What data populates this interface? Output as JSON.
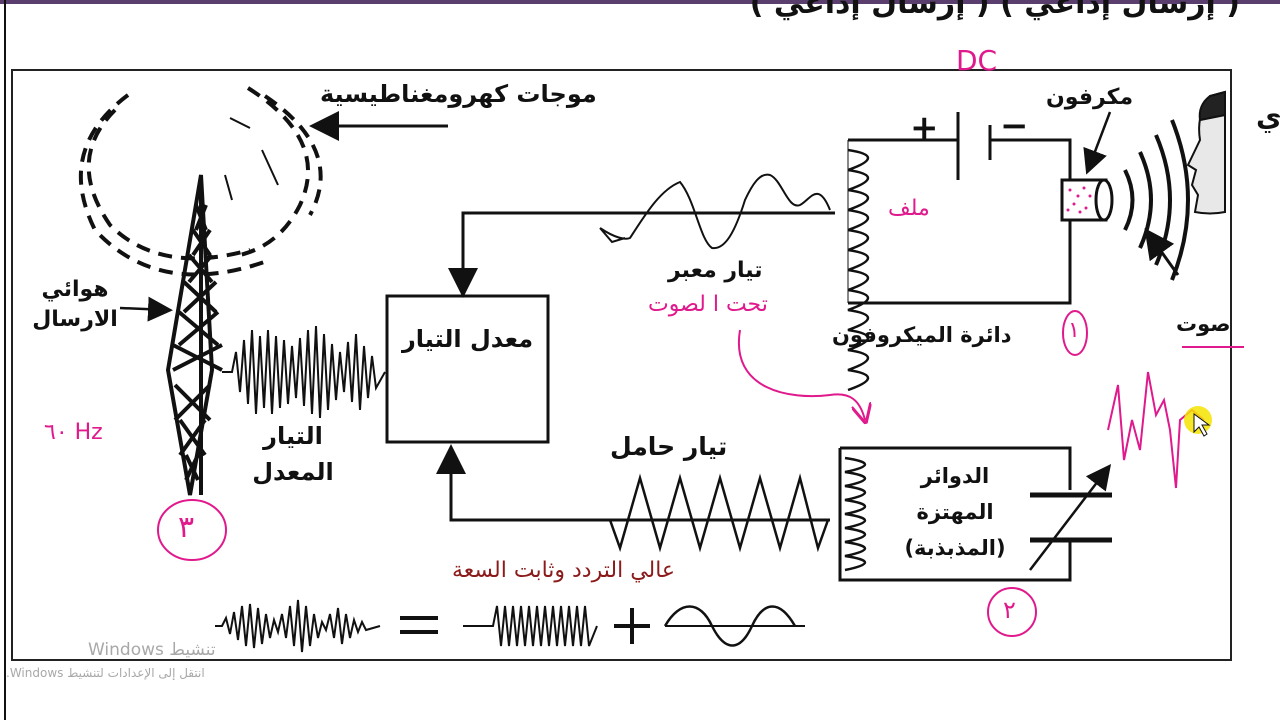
{
  "header": {
    "title": "( إرسال إذاعي ) ( إرسال إذاعي )"
  },
  "labels": {
    "em_waves": "موجات كهرومغناطيسية",
    "microphone": "مكرفون",
    "antenna": "هوائي الارسال",
    "modulator": "معدل التيار",
    "modulated_current": "التيار المعدل",
    "audio_current": "تيار معبر",
    "carrier_current": "تيار حامل",
    "mic_circuit": "دائرة الميكروفون",
    "oscillating_circuits": "الدوائر المهتزة (المذبذبة)",
    "sound": "صوت",
    "plus": "+",
    "minus": "−"
  },
  "annotations": {
    "dc": "DC",
    "coil": "ملف",
    "audio_note": "تحت ا لصوت",
    "hz": "٦٠ Hz",
    "num1": "١",
    "num2": "٢",
    "num3": "٣",
    "carrier_note": "عالي التردد وثابت السعة"
  },
  "equation": {
    "equals": "=",
    "plus": "+"
  },
  "side_text": {
    "top_right": "ي"
  },
  "watermark": {
    "line1": "تنشيط Windows",
    "line2": "انتقل إلى الإعدادات لتنشيط Windows."
  },
  "colors": {
    "annotation": "#e0198c",
    "carrier_note": "#8b1a1a",
    "ink": "#111111"
  }
}
